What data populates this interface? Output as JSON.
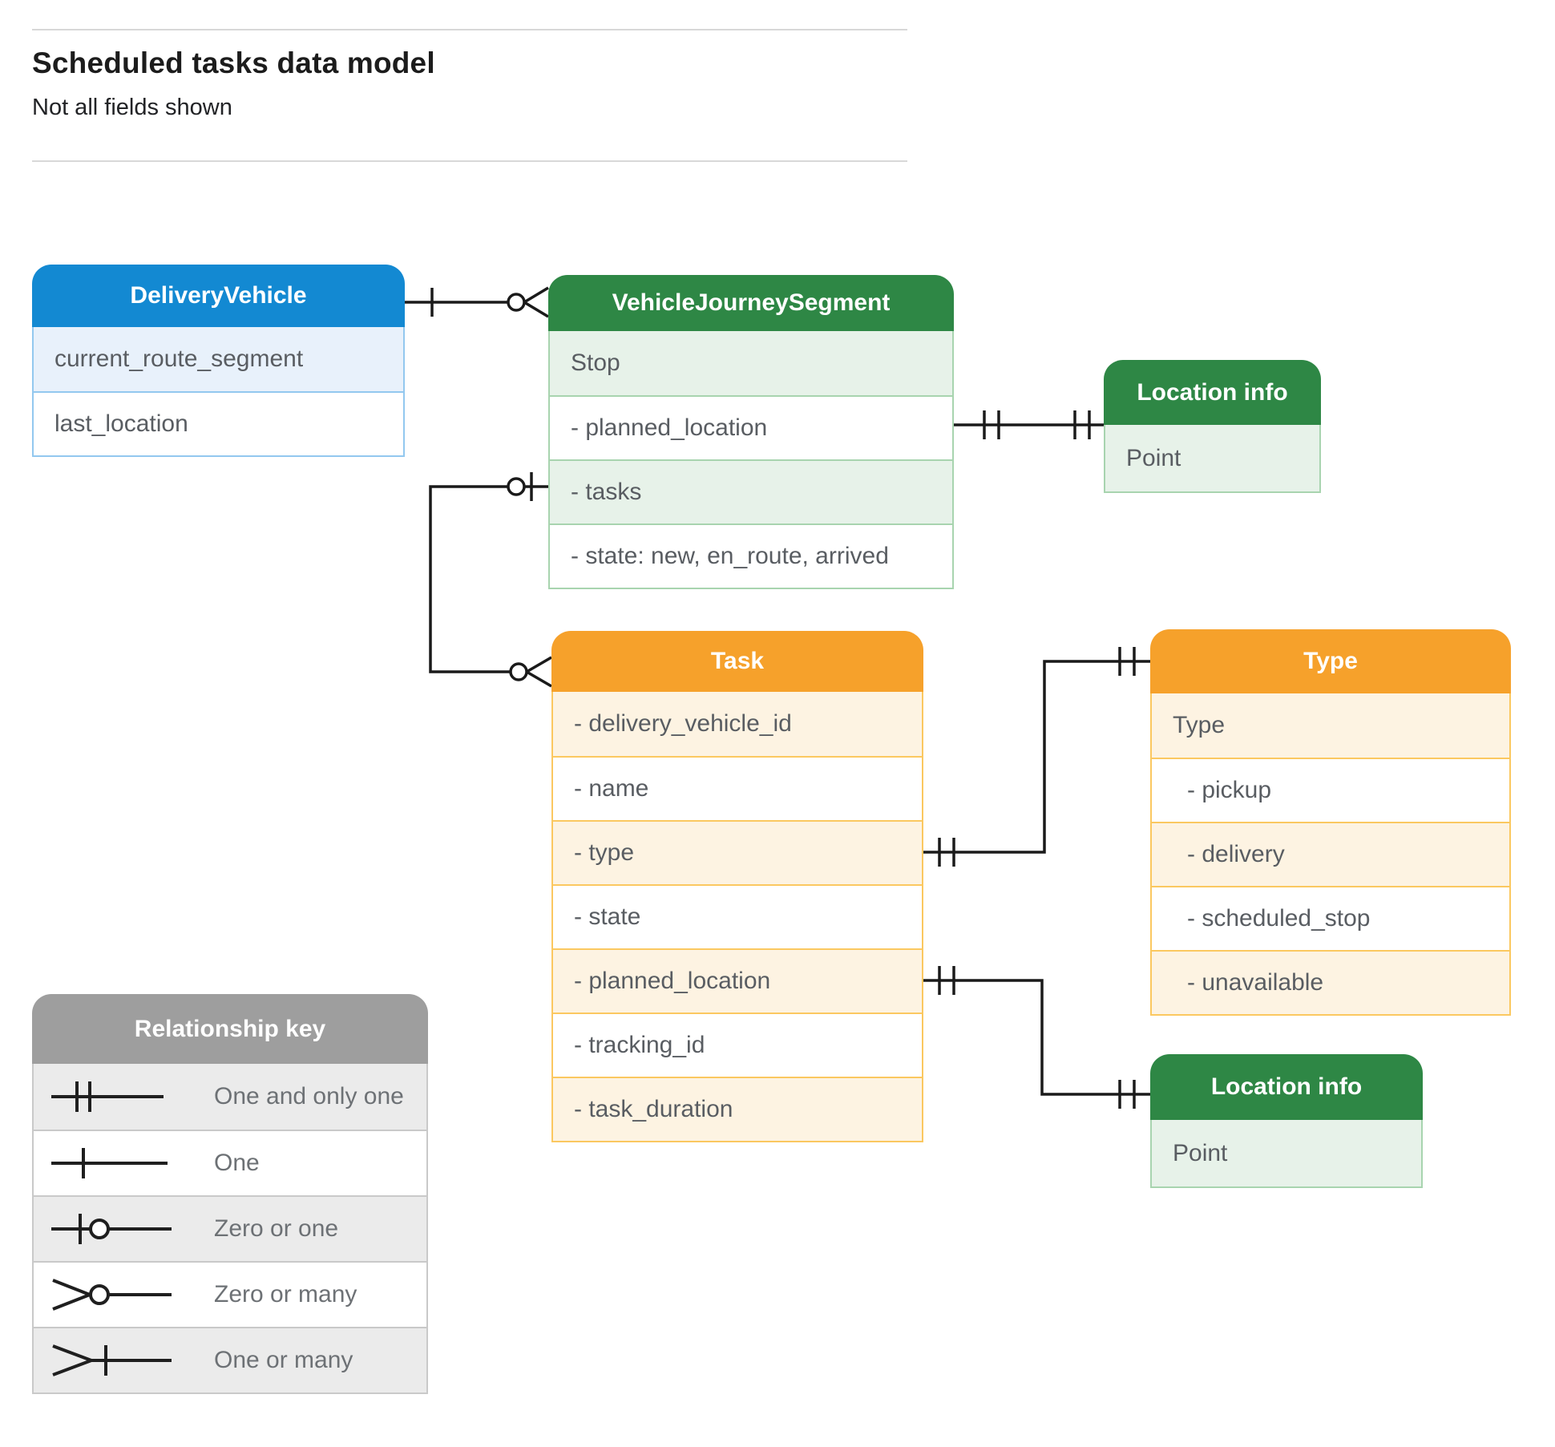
{
  "header": {
    "title": "Scheduled tasks data model",
    "subtitle": "Not all fields shown"
  },
  "entities": {
    "delivery_vehicle": {
      "title": "DeliveryVehicle",
      "fields": [
        "current_route_segment",
        "last_location"
      ]
    },
    "vehicle_journey_segment": {
      "title": "VehicleJourneySegment",
      "fields": [
        "Stop",
        "- planned_location",
        "- tasks",
        "- state: new, en_route, arrived"
      ]
    },
    "location_info_top": {
      "title": "Location info",
      "fields": [
        "Point"
      ]
    },
    "task": {
      "title": "Task",
      "fields": [
        "- delivery_vehicle_id",
        "- name",
        "- type",
        "- state",
        "- planned_location",
        "- tracking_id",
        "- task_duration"
      ]
    },
    "type": {
      "title": "Type",
      "fields": [
        "Type",
        "- pickup",
        "- delivery",
        "- scheduled_stop",
        "- unavailable"
      ]
    },
    "location_info_bottom": {
      "title": "Location info",
      "fields": [
        "Point"
      ]
    }
  },
  "legend": {
    "title": "Relationship key",
    "items": [
      {
        "label": "One and only one",
        "symbol": "one-and-only-one-icon"
      },
      {
        "label": "One",
        "symbol": "one-icon"
      },
      {
        "label": "Zero or one",
        "symbol": "zero-or-one-icon"
      },
      {
        "label": "Zero or many",
        "symbol": "zero-or-many-icon"
      },
      {
        "label": "One or many",
        "symbol": "one-or-many-icon"
      }
    ]
  },
  "connectors": [
    {
      "from": "DeliveryVehicle",
      "to": "VehicleJourneySegment",
      "from_cardinality": "one",
      "to_cardinality": "zero-or-many"
    },
    {
      "from": "VehicleJourneySegment.tasks",
      "to": "Task",
      "from_cardinality": "zero-or-one",
      "to_cardinality": "zero-or-many"
    },
    {
      "from": "VehicleJourneySegment.planned_location",
      "to": "Location info",
      "from_cardinality": "one-and-only-one",
      "to_cardinality": "one-and-only-one"
    },
    {
      "from": "Task.type",
      "to": "Type",
      "from_cardinality": "one-and-only-one",
      "to_cardinality": "one-and-only-one"
    },
    {
      "from": "Task.planned_location",
      "to": "Location info",
      "from_cardinality": "one-and-only-one",
      "to_cardinality": "one-and-only-one"
    }
  ],
  "colors": {
    "blue_header": "#1389d2",
    "blue_tint": "#e8f1fb",
    "green_header": "#2e8745",
    "green_tint": "#e7f2e9",
    "orange_header": "#f6a12b",
    "orange_tint": "#fdf3e2",
    "gray_header": "#9e9e9e",
    "gray_tint": "#ebebeb",
    "line": "#1a1a1a"
  }
}
